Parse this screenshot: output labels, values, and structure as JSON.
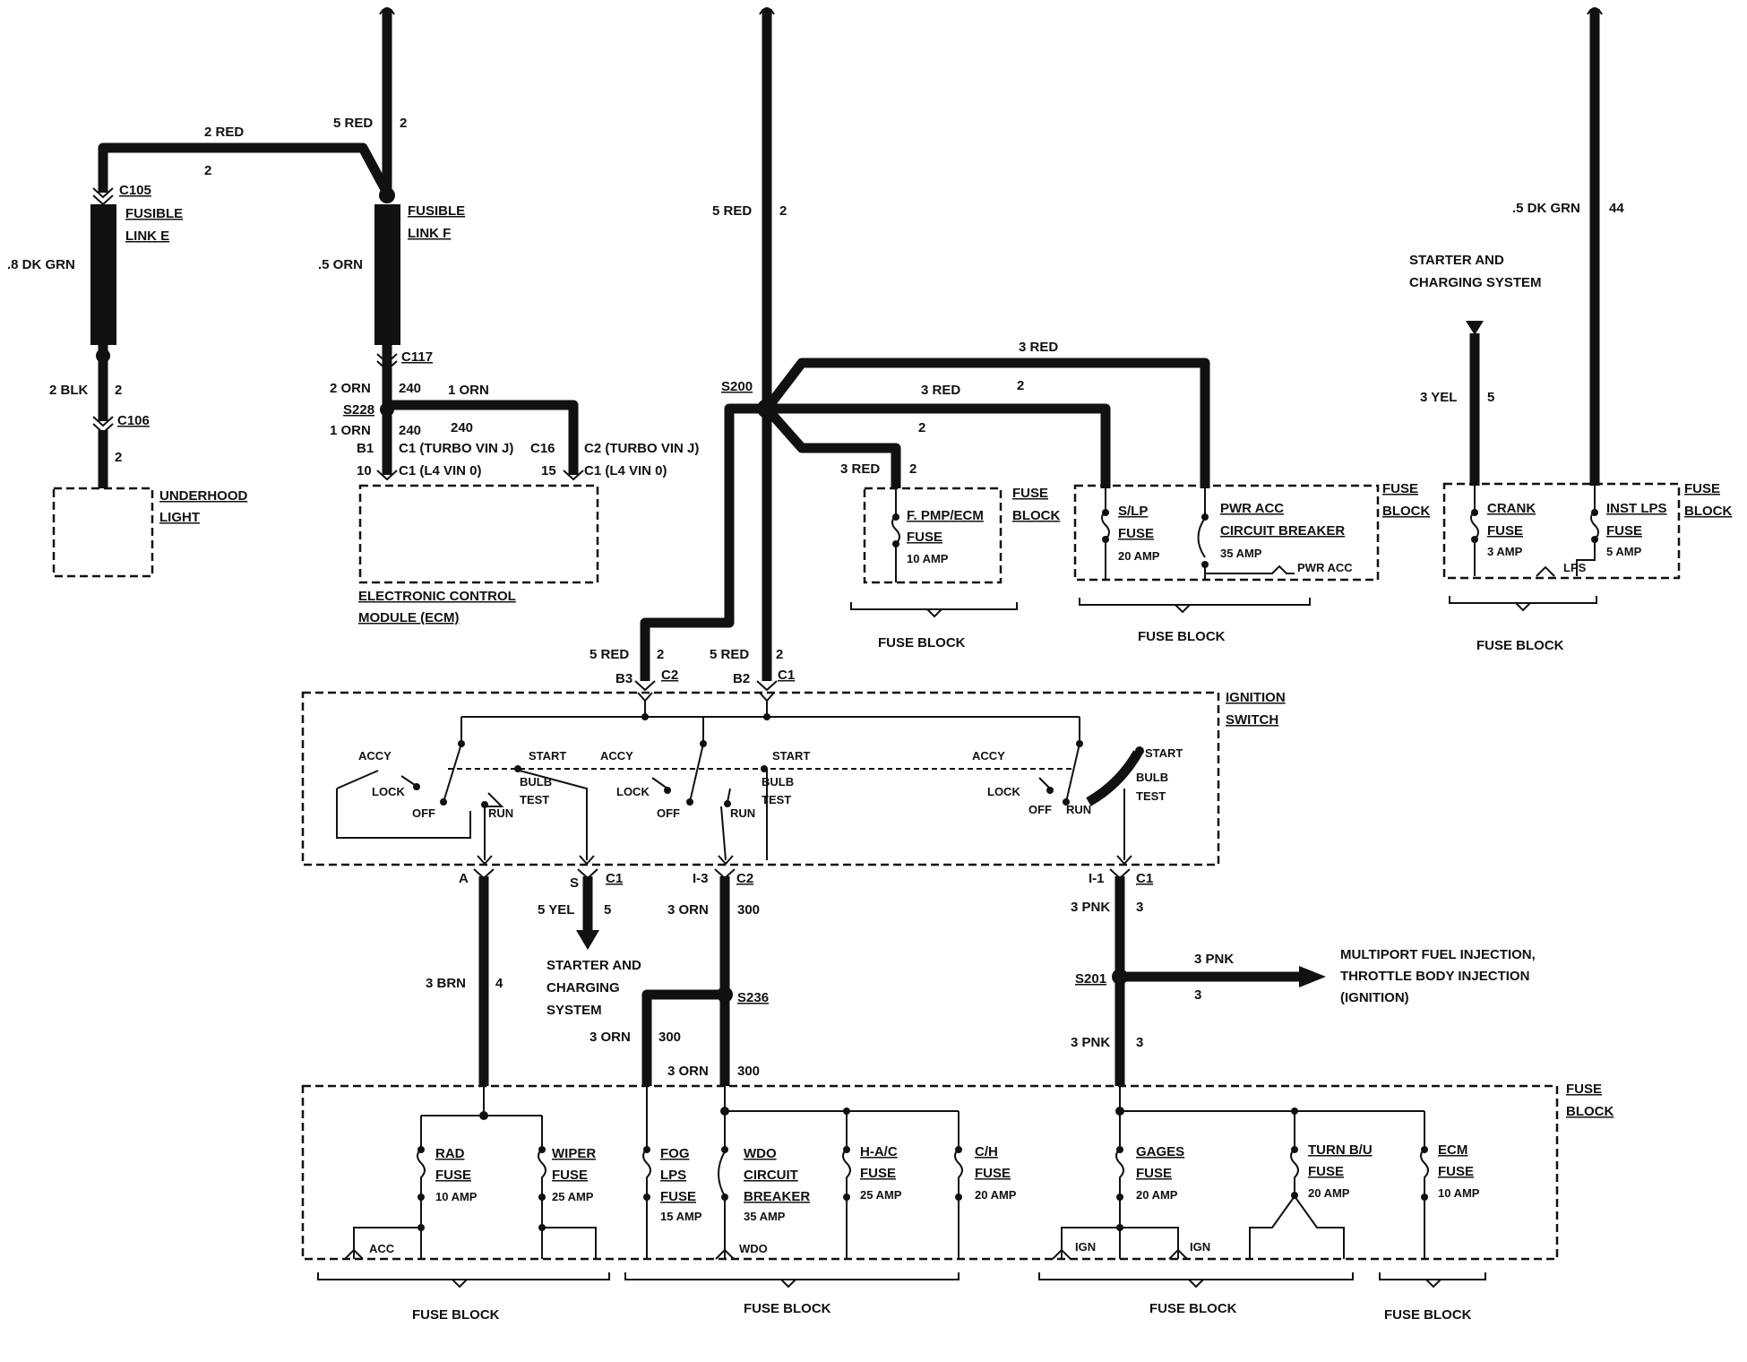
{
  "labels": {
    "top_wire_2red": "2 RED",
    "top_wire_2red_n": "2",
    "top_5red": "5 RED",
    "top_5red_n": "2",
    "c105": "C105",
    "fusible_link_e_1": "FUSIBLE",
    "fusible_link_e_2": "LINK E",
    "wire_8dkgrn": ".8 DK GRN",
    "fusible_link_f_1": "FUSIBLE",
    "fusible_link_f_2": "LINK F",
    "wire_5orn": ".5 ORN",
    "c117": "C117",
    "wire_2blk": "2 BLK",
    "wire_2blk_n": "2",
    "c106": "C106",
    "c106_n": "2",
    "underhood_1": "UNDERHOOD",
    "underhood_2": "LIGHT",
    "wire_2orn": "2 ORN",
    "wire_2orn_n": "240",
    "s228": "S228",
    "wire_1orn_a": "1 ORN",
    "wire_1orn_a_n": "240",
    "wire_1orn_b": "1 ORN",
    "wire_1orn_b_n": "240",
    "ecm_b1": "B1",
    "ecm_c1_turbo": "C1 (TURBO VIN J)",
    "ecm_10": "10",
    "ecm_c1_l4": "C1 (L4 VIN 0)",
    "ecm_c16": "C16",
    "ecm_c2_turbo": "C2 (TURBO VIN J)",
    "ecm_15": "15",
    "ecm_c1_l4b": "C1 (L4 VIN 0)",
    "ecm_1": "ELECTRONIC CONTROL",
    "ecm_2": "MODULE (ECM)",
    "center_5red": "5 RED",
    "center_5red_n": "2",
    "s200": "S200",
    "r3red_top": "3 RED",
    "r3red_mid": "3 RED",
    "r3red_mid_n": "2",
    "r_2": "2",
    "r3red_low": "3 RED",
    "r3red_low_n": "2",
    "fpmp_1": "F. PMP/ECM",
    "fpmp_2": "FUSE",
    "fpmp_amp": "10 AMP",
    "fb_a_1": "FUSE",
    "fb_a_2": "BLOCK",
    "slp_1": "S/LP",
    "slp_2": "FUSE",
    "slp_amp": "20 AMP",
    "pwracc_1": "PWR ACC",
    "pwracc_2": "CIRCUIT BREAKER",
    "pwracc_amp": "35 AMP",
    "pwracc_tag": "PWR ACC",
    "fb_b_1": "FUSE",
    "fb_b_2": "BLOCK",
    "fuse_block_a": "FUSE BLOCK",
    "fuse_block_b": "FUSE BLOCK",
    "wire_5dkgrn": ".5 DK GRN",
    "wire_5dkgrn_n": "44",
    "starter_1": "STARTER AND",
    "starter_2": "CHARGING SYSTEM",
    "wire_3yel": "3 YEL",
    "wire_3yel_n": "5",
    "crank_1": "CRANK",
    "crank_2": "FUSE",
    "crank_amp": "3 AMP",
    "instlps_1": "INST LPS",
    "instlps_2": "FUSE",
    "instlps_amp": "5 AMP",
    "lps_tag": "LPS",
    "fb_c_1": "FUSE",
    "fb_c_2": "BLOCK",
    "fuse_block_c": "FUSE BLOCK",
    "sw_5red_a": "5 RED",
    "sw_5red_a_n": "2",
    "sw_b3": "B3",
    "sw_c2": "C2",
    "sw_5red_b": "5 RED",
    "sw_5red_b_n": "2",
    "sw_b2": "B2",
    "sw_c1": "C1",
    "ign_1": "IGNITION",
    "ign_2": "SWITCH",
    "accy": "ACCY",
    "lock": "LOCK",
    "off": "OFF",
    "run": "RUN",
    "start": "START",
    "bulb": "BULB",
    "test": "TEST",
    "pin_a": "A",
    "pin_s": "S",
    "pin_s_c1": "C1",
    "pin_i3": "I-3",
    "pin_i3_c2": "C2",
    "pin_i1": "I-1",
    "pin_i1_c1": "C1",
    "wire_5yel": "5 YEL",
    "wire_5yel_n": "5",
    "starter_b1": "STARTER AND",
    "starter_b2": "CHARGING",
    "starter_b3": "SYSTEM",
    "wire_3orn_a": "3 ORN",
    "wire_3orn_a_n": "300",
    "wire_3brn": "3 BRN",
    "wire_3brn_n": "4",
    "s236": "S236",
    "wire_3orn_b": "3 ORN",
    "wire_3orn_b_n": "300",
    "wire_3orn_c": "3 ORN",
    "wire_3orn_c_n": "300",
    "wire_3pnk_a": "3 PNK",
    "wire_3pnk_a_n": "3",
    "s201": "S201",
    "wire_3pnk_r": "3 PNK",
    "wire_3pnk_r_n": "3",
    "mpfi_1": "MULTIPORT FUEL INJECTION,",
    "mpfi_2": "THROTTLE BODY INJECTION",
    "mpfi_3": "(IGNITION)",
    "wire_3pnk_b": "3 PNK",
    "wire_3pnk_b_n": "3",
    "fb_d_1": "FUSE",
    "fb_d_2": "BLOCK",
    "rad_1": "RAD",
    "rad_2": "FUSE",
    "rad_amp": "10 AMP",
    "wiper_1": "WIPER",
    "wiper_2": "FUSE",
    "wiper_amp": "25 AMP",
    "acc_tag": "ACC",
    "fog_1": "FOG",
    "fog_2": "LPS",
    "fog_3": "FUSE",
    "fog_amp": "15 AMP",
    "wdo_1": "WDO",
    "wdo_2": "CIRCUIT",
    "wdo_3": "BREAKER",
    "wdo_amp": "35 AMP",
    "wdo_tag": "WDO",
    "hac_1": "H-A/C",
    "hac_2": "FUSE",
    "hac_amp": "25 AMP",
    "ch_1": "C/H",
    "ch_2": "FUSE",
    "ch_amp": "20 AMP",
    "gages_1": "GAGES",
    "gages_2": "FUSE",
    "gages_amp": "20 AMP",
    "turn_1": "TURN B/U",
    "turn_2": "FUSE",
    "turn_amp": "20 AMP",
    "ecmf_1": "ECM",
    "ecmf_2": "FUSE",
    "ecmf_amp": "10 AMP",
    "ign_tag_a": "IGN",
    "ign_tag_b": "IGN",
    "bfb_1": "FUSE BLOCK",
    "bfb_2": "FUSE BLOCK",
    "bfb_3": "FUSE BLOCK",
    "bfb_4": "FUSE BLOCK"
  }
}
